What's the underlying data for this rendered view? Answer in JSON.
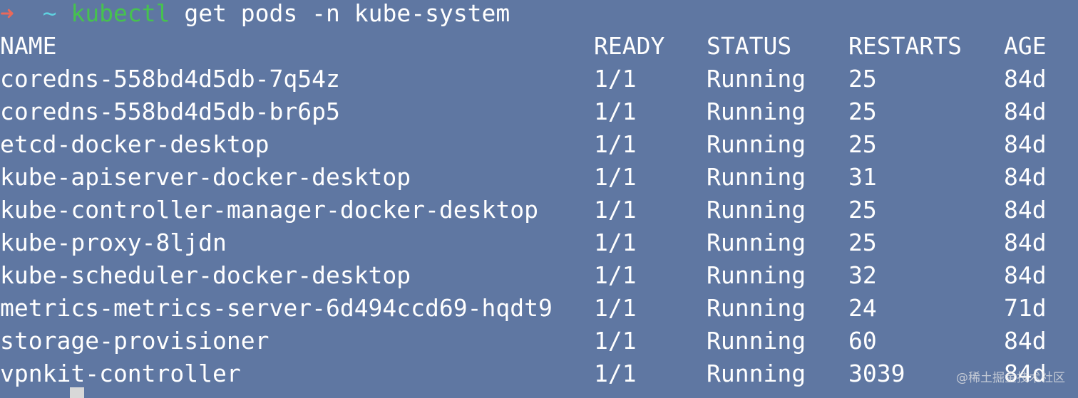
{
  "prompt": {
    "arrow": "➜",
    "tilde": "~",
    "program": "kubectl",
    "args": "get pods -n kube-system"
  },
  "table": {
    "headers": {
      "name": "NAME",
      "ready": "READY",
      "status": "STATUS",
      "restarts": "RESTARTS",
      "age": "AGE"
    },
    "rows": [
      {
        "name": "coredns-558bd4d5db-7q54z",
        "ready": "1/1",
        "status": "Running",
        "restarts": "25",
        "age": "84d"
      },
      {
        "name": "coredns-558bd4d5db-br6p5",
        "ready": "1/1",
        "status": "Running",
        "restarts": "25",
        "age": "84d"
      },
      {
        "name": "etcd-docker-desktop",
        "ready": "1/1",
        "status": "Running",
        "restarts": "25",
        "age": "84d"
      },
      {
        "name": "kube-apiserver-docker-desktop",
        "ready": "1/1",
        "status": "Running",
        "restarts": "31",
        "age": "84d"
      },
      {
        "name": "kube-controller-manager-docker-desktop",
        "ready": "1/1",
        "status": "Running",
        "restarts": "25",
        "age": "84d"
      },
      {
        "name": "kube-proxy-8ljdn",
        "ready": "1/1",
        "status": "Running",
        "restarts": "25",
        "age": "84d"
      },
      {
        "name": "kube-scheduler-docker-desktop",
        "ready": "1/1",
        "status": "Running",
        "restarts": "32",
        "age": "84d"
      },
      {
        "name": "metrics-metrics-server-6d494ccd69-hqdt9",
        "ready": "1/1",
        "status": "Running",
        "restarts": "24",
        "age": "71d"
      },
      {
        "name": "storage-provisioner",
        "ready": "1/1",
        "status": "Running",
        "restarts": "60",
        "age": "84d"
      },
      {
        "name": "vpnkit-controller",
        "ready": "1/1",
        "status": "Running",
        "restarts": "3039",
        "age": "84d"
      }
    ]
  },
  "watermark": "@稀土掘金技术社区",
  "colors": {
    "background": "#5f77a2",
    "text": "#ffffff",
    "prompt_arrow": "#e9695a",
    "prompt_tilde": "#5fd1e0",
    "prompt_command": "#46c24f"
  }
}
